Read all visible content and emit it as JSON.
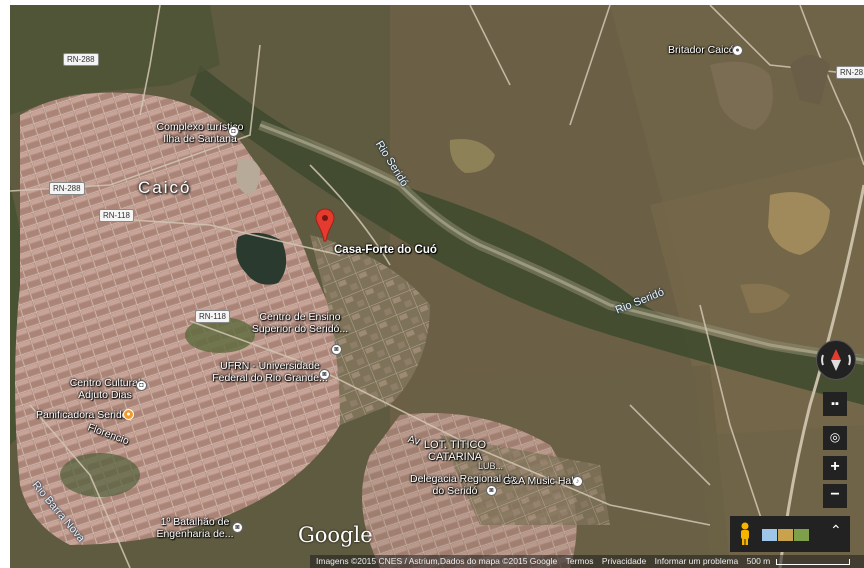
{
  "places": {
    "caico": "Caicó",
    "casa_forte": "Casa-Forte do Cuó",
    "complexo_1": "Complexo turístico",
    "complexo_2": "Ilha de Santana",
    "britador": "Britador Caicó",
    "centro_ensino_1": "Centro de Ensino",
    "centro_ensino_2": "Superior do Seridó...",
    "ufrn_1": "UFRN - Universidade",
    "ufrn_2": "Federal do Rio Grande...",
    "cultural_1": "Centro Cultural",
    "cultural_2": "Adjuto Dias",
    "panificadora": "Panificadora Seridó",
    "florencio": "Florencio",
    "lot_1": "LOT. TITICO",
    "lot_2": "CATARINA",
    "lot_3": "LUB...",
    "av": "Av",
    "delegacia_1": "Delegacia Regional do",
    "delegacia_2": "do Seridó",
    "ga_music": "G&A Music Hall",
    "batalhao_1": "1º Batalhão de",
    "batalhao_2": "Engenharia de...",
    "rio_serido_1": "Rio Seridó",
    "rio_serido_2": "Rio Seridó",
    "rio_barra_nova": "Rio Barra Nova"
  },
  "roads": {
    "rn288_a": "RN-288",
    "rn288_b": "RN-288",
    "rn288_c": "RN-28",
    "rn118_a": "RN-118",
    "rn118_b": "RN-118"
  },
  "logo": "Google",
  "footer": {
    "imagery": "Imagens ©2015 CNES / Astrium,Dados do mapa ©2015 Google",
    "terms": "Termos",
    "privacy": "Privacidade",
    "report": "Informar um problema",
    "scale": "500 m"
  },
  "controls": {
    "zoom_in": "+",
    "zoom_out": "−",
    "expand": "⌃"
  }
}
